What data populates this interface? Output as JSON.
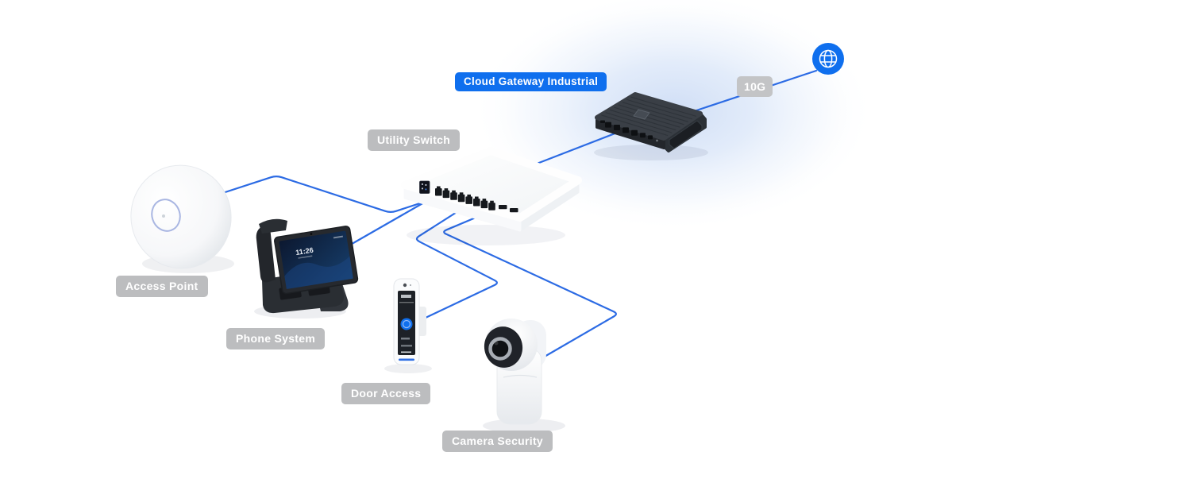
{
  "colors": {
    "accent_blue": "#0f6fee",
    "line_blue": "#2c6be4",
    "label_gray": "#bcbdbf",
    "label_text": "#ffffff",
    "glow_blue": "#cddcf5"
  },
  "labels": {
    "gateway": "Cloud Gateway Industrial",
    "switch": "Utility Switch",
    "access_point": "Access Point",
    "phone": "Phone System",
    "door": "Door Access",
    "camera": "Camera Security"
  },
  "uplink": {
    "speed_badge": "10G"
  },
  "devices": {
    "phone_screen_time": "11:26"
  },
  "icons": {
    "internet": "globe-icon"
  }
}
